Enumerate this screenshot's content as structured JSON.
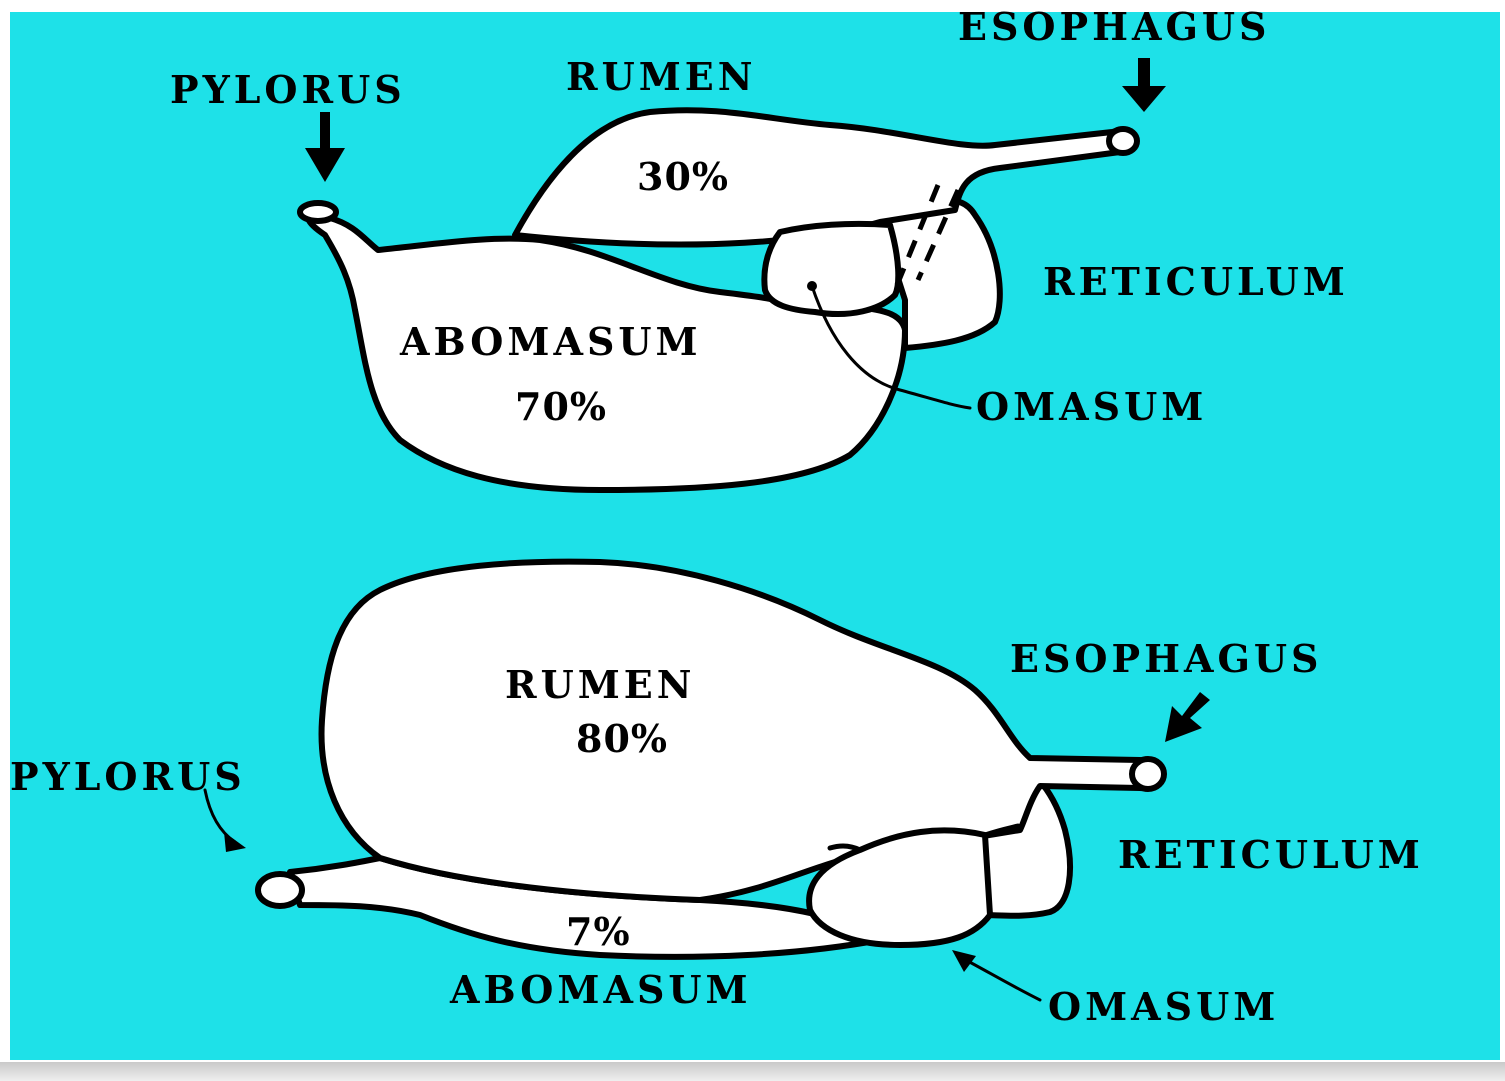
{
  "colors": {
    "background": "#1ee1e8",
    "organ_fill": "#ffffff",
    "outline": "#000000"
  },
  "diagram_top": {
    "labels": {
      "pylorus": "PYLORUS",
      "rumen": "RUMEN",
      "esophagus": "ESOPHAGUS",
      "reticulum": "RETICULUM",
      "abomasum": "ABOMASUM",
      "omasum": "OMASUM"
    },
    "percentages": {
      "rumen": "30%",
      "abomasum": "70%"
    }
  },
  "diagram_bottom": {
    "labels": {
      "esophagus": "ESOPHAGUS",
      "rumen": "RUMEN",
      "pylorus": "PYLORUS",
      "reticulum": "RETICULUM",
      "abomasum": "ABOMASUM",
      "omasum": "OMASUM"
    },
    "percentages": {
      "rumen": "80%",
      "abomasum": "7%"
    }
  }
}
